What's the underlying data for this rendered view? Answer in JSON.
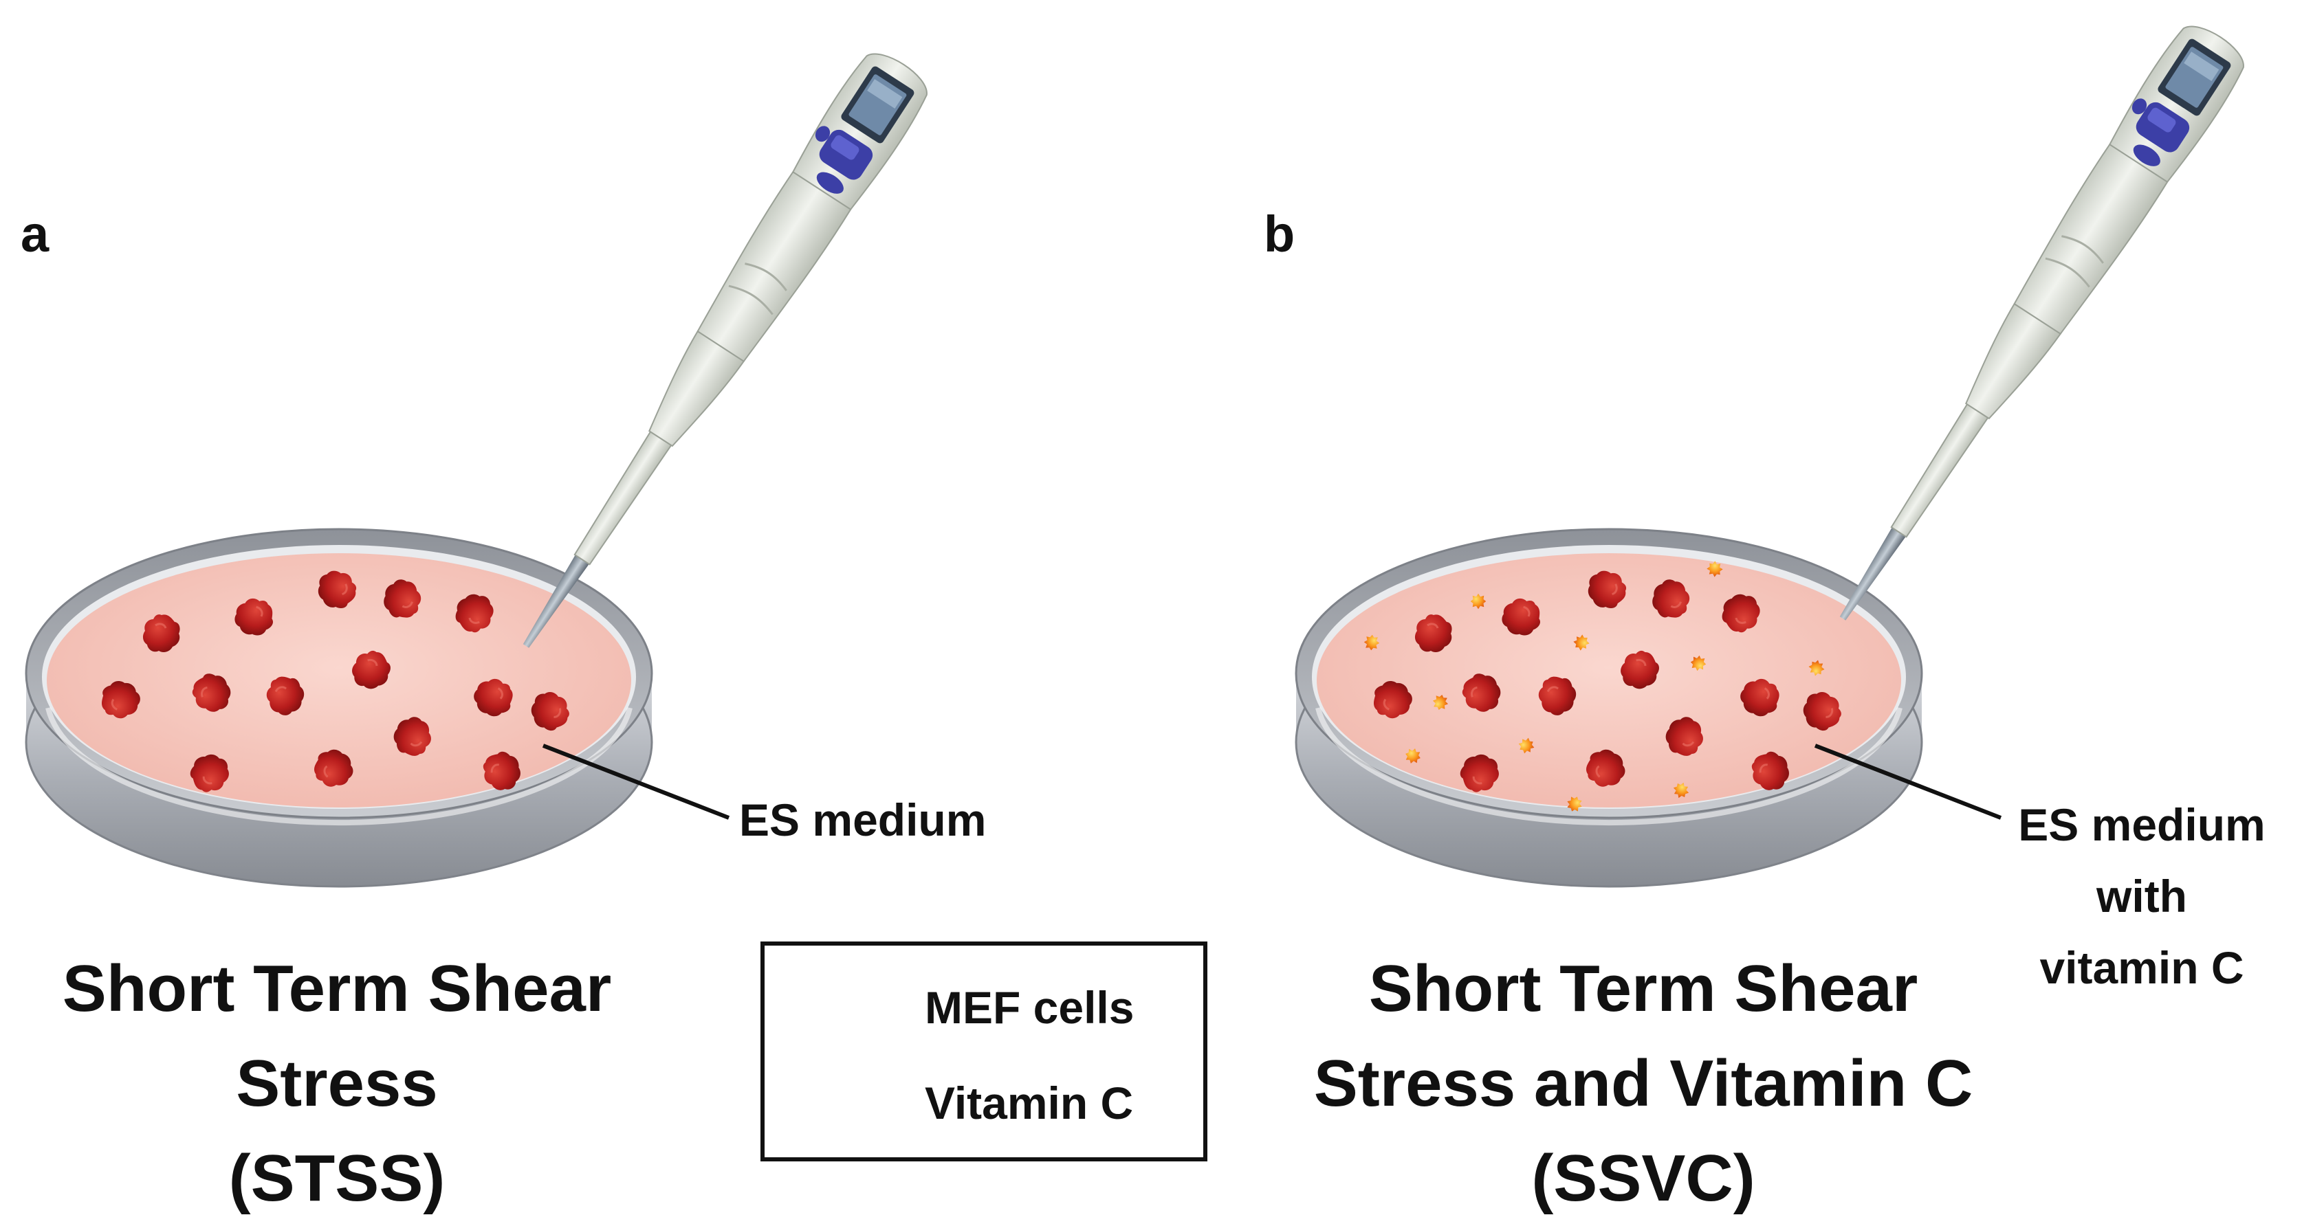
{
  "panels": [
    {
      "letter": "a",
      "callout": [
        "ES medium"
      ],
      "title": [
        "Short Term Shear",
        "Stress",
        "(STSS)"
      ]
    },
    {
      "letter": "b",
      "callout": [
        "ES medium",
        "with",
        "vitamin C"
      ],
      "title": [
        "Short Term Shear",
        "Stress and Vitamin C",
        "(SSVC)"
      ]
    }
  ],
  "legend": {
    "items": [
      {
        "label": "MEF cells",
        "icon": "mef-cell-icon",
        "color": "#b71c1c"
      },
      {
        "label": "Vitamin C",
        "icon": "vitamin-c-icon",
        "color": "#f57c00"
      }
    ]
  },
  "colors": {
    "medium": "#f6c9c0",
    "dish_rim": "#b9bdc4",
    "cell": "#b71c1c",
    "vitamin": "#f57c00",
    "pipette_body": "#e3e7e0",
    "pipette_button": "#3c3fa6"
  }
}
